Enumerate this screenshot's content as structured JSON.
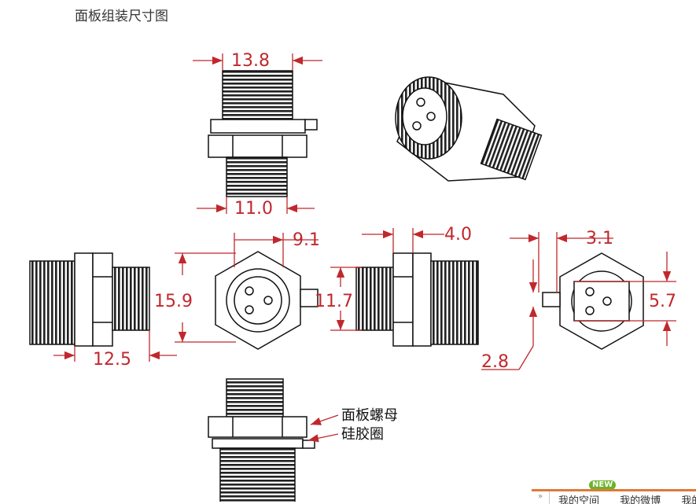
{
  "title": "面板组装尺寸图",
  "dimensions": {
    "top_thread": "13.8",
    "top_lower_thread": "11.0",
    "side_length": "12.5",
    "front_height": "15.9",
    "front_offset": "9.1",
    "rear_thread": "11.7",
    "rear_flange": "4.0",
    "pin_offset": "3.1",
    "pin_spacing": "5.7",
    "tab_width": "2.8"
  },
  "callouts": {
    "panel_nut": "面板螺母",
    "silicone_ring": "硅胶圈"
  },
  "bottom_bar": {
    "badge": "NEW",
    "expand": "»",
    "items": [
      "我的空间",
      "我的微博",
      "我的"
    ]
  },
  "colors": {
    "dimension": "#c0282d",
    "accent": "#e07a36",
    "badge": "#69b42b"
  }
}
